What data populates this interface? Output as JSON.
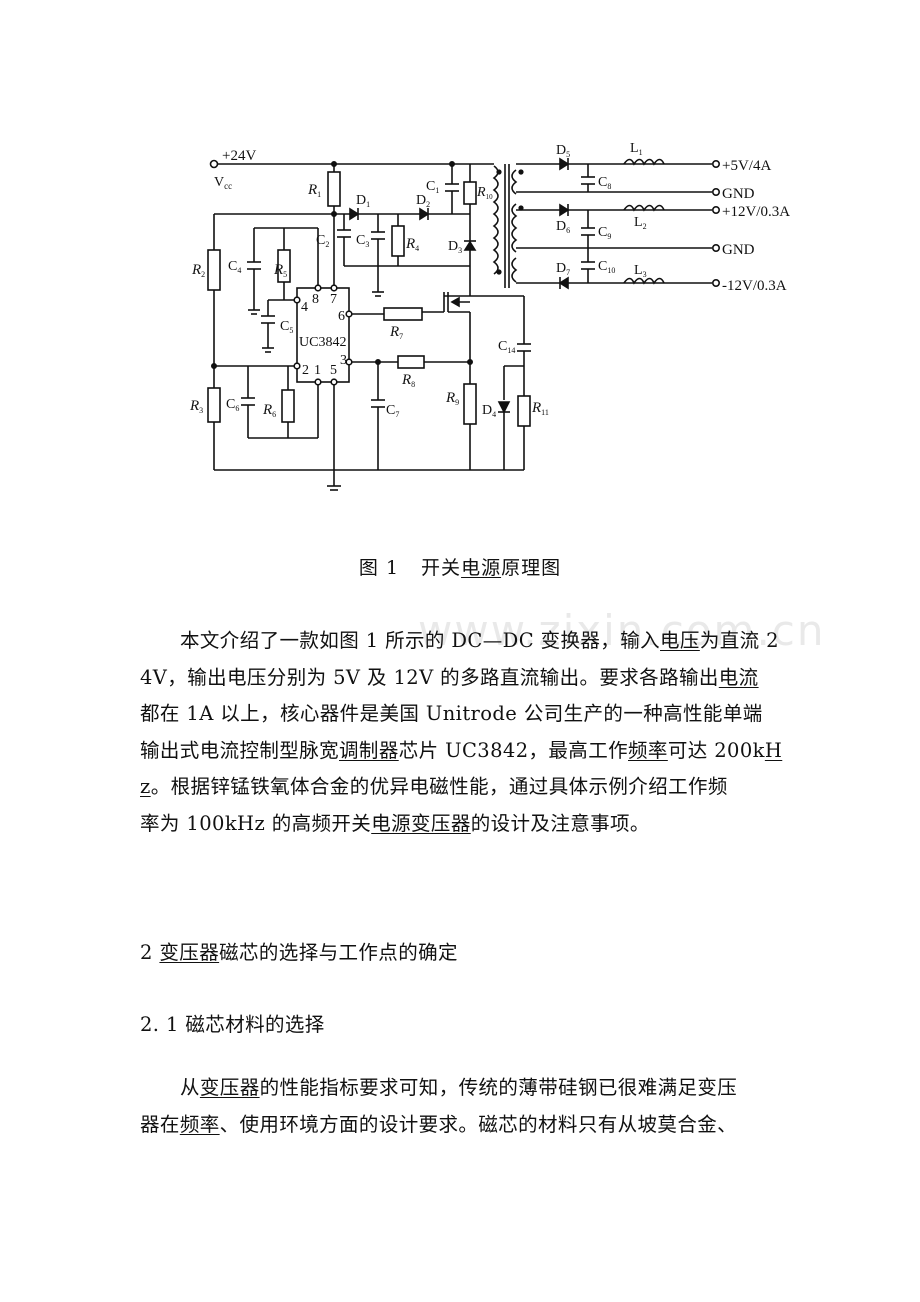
{
  "schematic": {
    "labels": {
      "vin": "+24V",
      "vcc_v": "V",
      "vcc_sub": "cc",
      "r1": "R",
      "r1s": "1",
      "r2": "R",
      "r2s": "2",
      "r3": "R",
      "r3s": "3",
      "r4": "R",
      "r4s": "4",
      "r5": "R",
      "r5s": "5",
      "r6": "R",
      "r6s": "6",
      "r7": "R",
      "r7s": "7",
      "r8": "R",
      "r8s": "8",
      "r9": "R",
      "r9s": "9",
      "r10": "R",
      "r10s": "10",
      "r11": "R",
      "r11s": "11",
      "c1": "C",
      "c1s": "1",
      "c2": "C",
      "c2s": "2",
      "c3": "C",
      "c3s": "3",
      "c4": "C",
      "c4s": "4",
      "c5": "C",
      "c5s": "5",
      "c6": "C",
      "c6s": "6",
      "c7": "C",
      "c7s": "7",
      "c8": "C",
      "c8s": "8",
      "c9": "C",
      "c9s": "9",
      "c10": "C",
      "c10s": "10",
      "c14": "C",
      "c14s": "14",
      "d1": "D",
      "d1s": "1",
      "d2": "D",
      "d2s": "2",
      "d3": "D",
      "d3s": "3",
      "d4": "D",
      "d4s": "4",
      "d5": "D",
      "d5s": "5",
      "d6": "D",
      "d6s": "6",
      "d7": "D",
      "d7s": "7",
      "l1": "L",
      "l1s": "1",
      "l2": "L",
      "l2s": "2",
      "l3": "L",
      "l3s": "3",
      "chip": "UC3842",
      "pin8": "8",
      "pin7": "7",
      "pin4": "4",
      "pin6": "6",
      "pin3": "3",
      "pin2": "2",
      "pin1": "1",
      "pin5": "5",
      "out1": "+5V/4A",
      "gnd1": "GND",
      "out2": "+12V/0.3A",
      "gnd2": "GND",
      "out3": "-12V/0.3A"
    }
  },
  "caption": {
    "fig": "图 1",
    "title_a": "开关",
    "title_link": "电源",
    "title_b": "原理图"
  },
  "watermark": "www.zixin.com.cn",
  "p1": {
    "l1a": "本文介绍了一款如图 1 所示的 DC—DC 变换器，输入",
    "l1link": "电压",
    "l1b": "为直流 2",
    "l2a": "4V，输出电压分别为 5V 及 12V 的多路直流输出。要求各路输出",
    "l2link": "电流",
    "l3": "都在 1A 以上，核心器件是美国 Unitrode 公司生产的一种高性能单端",
    "l4a": "输出式电流控制型脉宽",
    "l4link": "调制器",
    "l4b": "芯片 UC3842，最高工作",
    "l4link2": "频率",
    "l4c": "可达 200k",
    "l4link3": "H",
    "l5link": "z",
    "l5a": "。根据锌锰铁氧体合金的优异电磁性能，通过具体示例介绍工作频",
    "l6a": "率为 100kHz 的高频开关",
    "l6link": "电源变压器",
    "l6b": "的设计及注意事项。"
  },
  "h2": {
    "a": "2 ",
    "link": "变压器",
    "b": "磁芯的选择与工作点的确定"
  },
  "h21": "2. 1  磁芯材料的选择",
  "p2": {
    "l1a": "从",
    "l1link": "变压器",
    "l1b": "的性能指标要求可知，传统的薄带硅钢已很难满足变压",
    "l2a": "器在",
    "l2link": "频率",
    "l2b": "、使用环境方面的设计要求。磁芯的材料只有从坡莫合金、"
  }
}
